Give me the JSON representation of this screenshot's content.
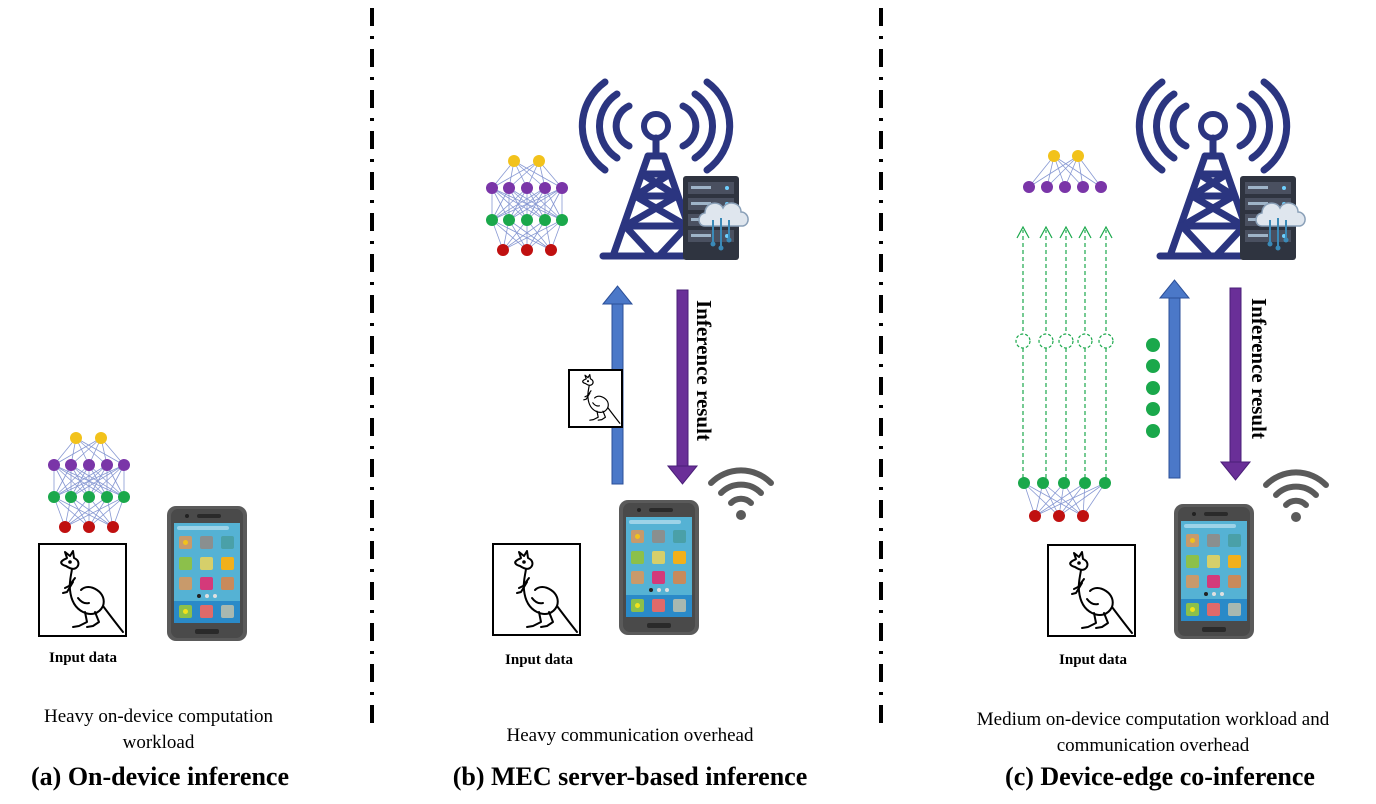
{
  "panels": [
    {
      "id": "a",
      "caption": "(a) On-device inference",
      "description": "Heavy on-device computation workload",
      "input_label": "Input data"
    },
    {
      "id": "b",
      "caption": "(b) MEC server-based inference",
      "description": "Heavy communication overhead",
      "input_label": "Input data",
      "downlink_label": "Inference result"
    },
    {
      "id": "c",
      "caption": "(c) Device-edge co-inference",
      "description": "Medium on-device computation workload and communication overhead",
      "input_label": "Input data",
      "downlink_label": "Inference result"
    }
  ],
  "colors": {
    "tower": "#2b3580",
    "uplink": "#4b78c8",
    "downlink": "#6a2f98",
    "wifi": "#5a5a5a",
    "node_yellow": "#f2c21b",
    "node_purple": "#7a35a8",
    "node_green": "#1aa84b",
    "node_red": "#c01010",
    "phone_body": "#5a5a5a",
    "phone_screen": "#55b2d4"
  },
  "icons": [
    "neural-network-icon",
    "kangaroo-icon",
    "smartphone-icon",
    "cell-tower-icon",
    "server-rack-icon",
    "cloud-icon",
    "wifi-icon"
  ]
}
